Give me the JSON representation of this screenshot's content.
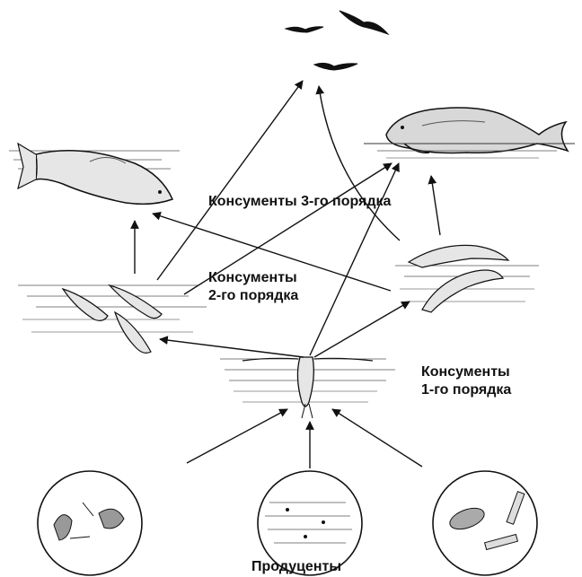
{
  "labels": {
    "consumers_3": "Консументы 3-го порядка",
    "consumers_2_line1": "Консументы",
    "consumers_2_line2": "2-го порядка",
    "consumers_1_line1": "Консументы",
    "consumers_1_line2": "1-го порядка",
    "producers": "Продуценты"
  },
  "organisms": {
    "birds": "seabird-icons",
    "seal": "seal-icon",
    "large_fish": "cod-fish-icon",
    "small_fish": "small-fish-icons",
    "shrimp": "shrimp-icons",
    "copepod": "copepod-icon",
    "plankton_circles": "phytoplankton-circle-icons"
  },
  "colors": {
    "ink": "#111111",
    "background": "#ffffff"
  }
}
